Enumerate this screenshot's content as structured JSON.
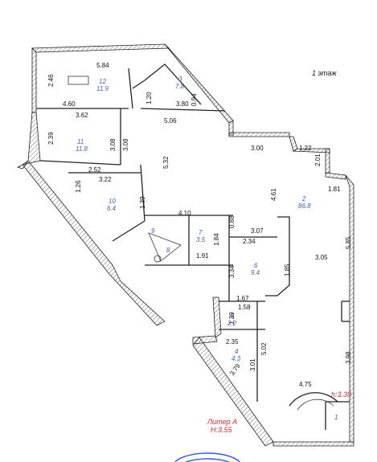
{
  "floor_label": "1 этаж",
  "litera": {
    "name": "Литер А",
    "height": "H:3.55"
  },
  "height_mark": "h:3.30",
  "rooms": [
    {
      "id": "r12",
      "number": "12",
      "area": "11.9"
    },
    {
      "id": "r3",
      "number": "3",
      "area": "7.8"
    },
    {
      "id": "r11",
      "number": "11",
      "area": "11.8"
    },
    {
      "id": "r10",
      "number": "10",
      "area": "6.4"
    },
    {
      "id": "r2",
      "number": "2",
      "area": "86.8"
    },
    {
      "id": "r9",
      "number": "9",
      "area": ""
    },
    {
      "id": "r8",
      "number": "8",
      "area": ""
    },
    {
      "id": "r7",
      "number": "7",
      "area": "3.5"
    },
    {
      "id": "r6",
      "number": "6",
      "area": "9.4"
    },
    {
      "id": "r5",
      "number": "5",
      "area": "2.2"
    },
    {
      "id": "r4",
      "number": "4",
      "area": "4.3"
    },
    {
      "id": "r1",
      "number": "1",
      "area": ""
    }
  ],
  "dimensions": [
    "5.84",
    "2.46",
    "1.20",
    "0.94",
    "4.60",
    "3.80",
    "3.62",
    "5.06",
    "2.39",
    "3.08",
    "3.08",
    "3.00",
    "1.22",
    "2.01",
    "2.52",
    "3.22",
    "5.32",
    "1.26",
    "4.61",
    "1.81",
    "1.39",
    "4.10",
    "0.88",
    "3.07",
    "2.34",
    "1.84",
    "1.91",
    "5.85",
    "3.34",
    "1.85",
    "3.05",
    "1.67",
    "1.58",
    "1.39",
    "2.35",
    "5.02",
    "3.01",
    "3.79",
    "3.98",
    "4.75"
  ]
}
